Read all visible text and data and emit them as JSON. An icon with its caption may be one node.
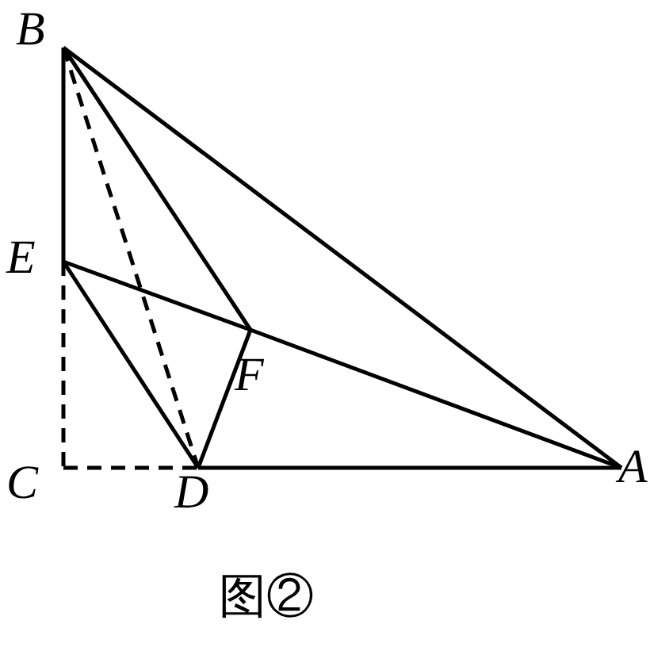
{
  "diagram": {
    "caption": "图②",
    "nodes": [
      {
        "text": [
          "B"
        ]
      },
      {
        "text": [
          "E"
        ]
      },
      {
        "text": [
          "C"
        ]
      },
      {
        "text": [
          "D"
        ]
      },
      {
        "text": [
          "A"
        ]
      },
      {
        "text": [
          "F"
        ]
      }
    ],
    "edges": [
      {
        "from": 0,
        "to": 1,
        "arrow": "none"
      },
      {
        "from": 1,
        "to": 2,
        "arrow": "none",
        "style": "dashed"
      },
      {
        "from": 2,
        "to": 3,
        "arrow": "none",
        "style": "dashed"
      },
      {
        "from": 3,
        "to": 4,
        "arrow": "none"
      },
      {
        "from": 0,
        "to": 4,
        "arrow": "none"
      },
      {
        "from": 0,
        "to": 5,
        "arrow": "none"
      },
      {
        "from": 0,
        "to": 3,
        "arrow": "none",
        "style": "dashed"
      },
      {
        "from": 1,
        "to": 5,
        "arrow": "none"
      },
      {
        "from": 5,
        "to": 4,
        "arrow": "none"
      },
      {
        "from": 1,
        "to": 3,
        "arrow": "none"
      },
      {
        "from": 3,
        "to": 5,
        "arrow": "none"
      }
    ]
  }
}
